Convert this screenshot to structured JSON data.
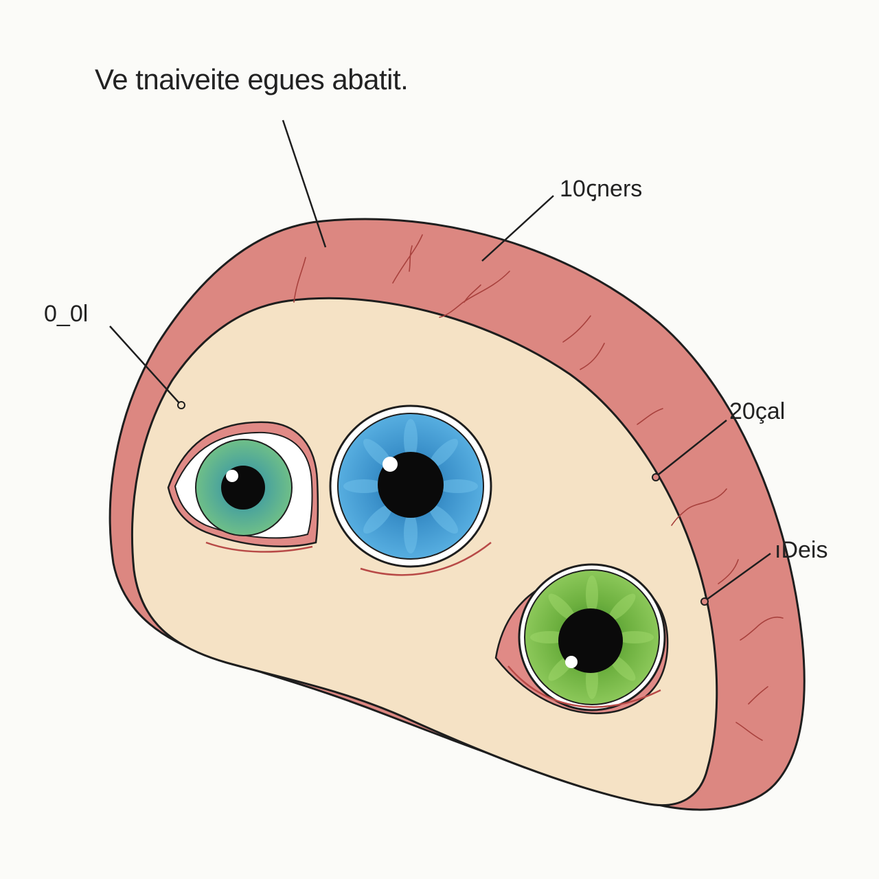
{
  "title": "Ve tnaiveite egues abatit.",
  "callouts": {
    "top_right": "10ꞔners",
    "left": "0_0l",
    "right_upper": "20çal",
    "right_lower": "ıDeis"
  },
  "colors": {
    "background": "#fbfbf8",
    "outer_tissue": "#dc8781",
    "inner_tissue": "#f5e2c5",
    "outline": "#1e1e1e",
    "iris_teal": "#4fa8a0",
    "iris_blue": "#3d93cc",
    "iris_green": "#6db03f"
  }
}
